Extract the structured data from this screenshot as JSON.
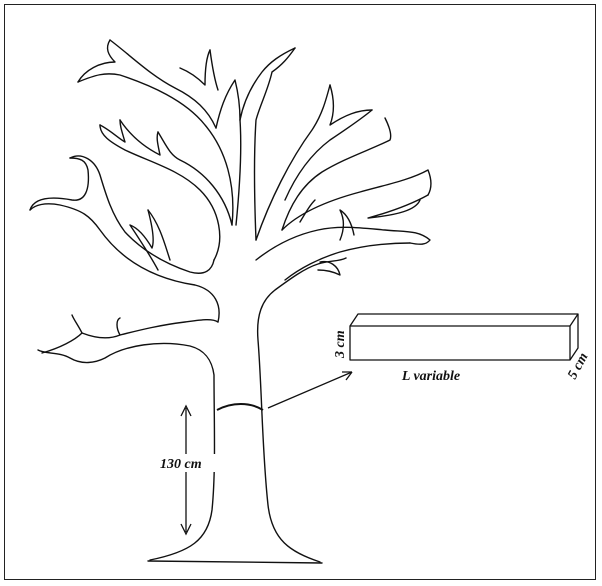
{
  "diagram": {
    "height_label": "130 cm",
    "block": {
      "length_label": "L variable",
      "height_label": "3 cm",
      "depth_label": "5 cm"
    },
    "colors": {
      "stroke": "#111111",
      "background": "#ffffff"
    }
  }
}
